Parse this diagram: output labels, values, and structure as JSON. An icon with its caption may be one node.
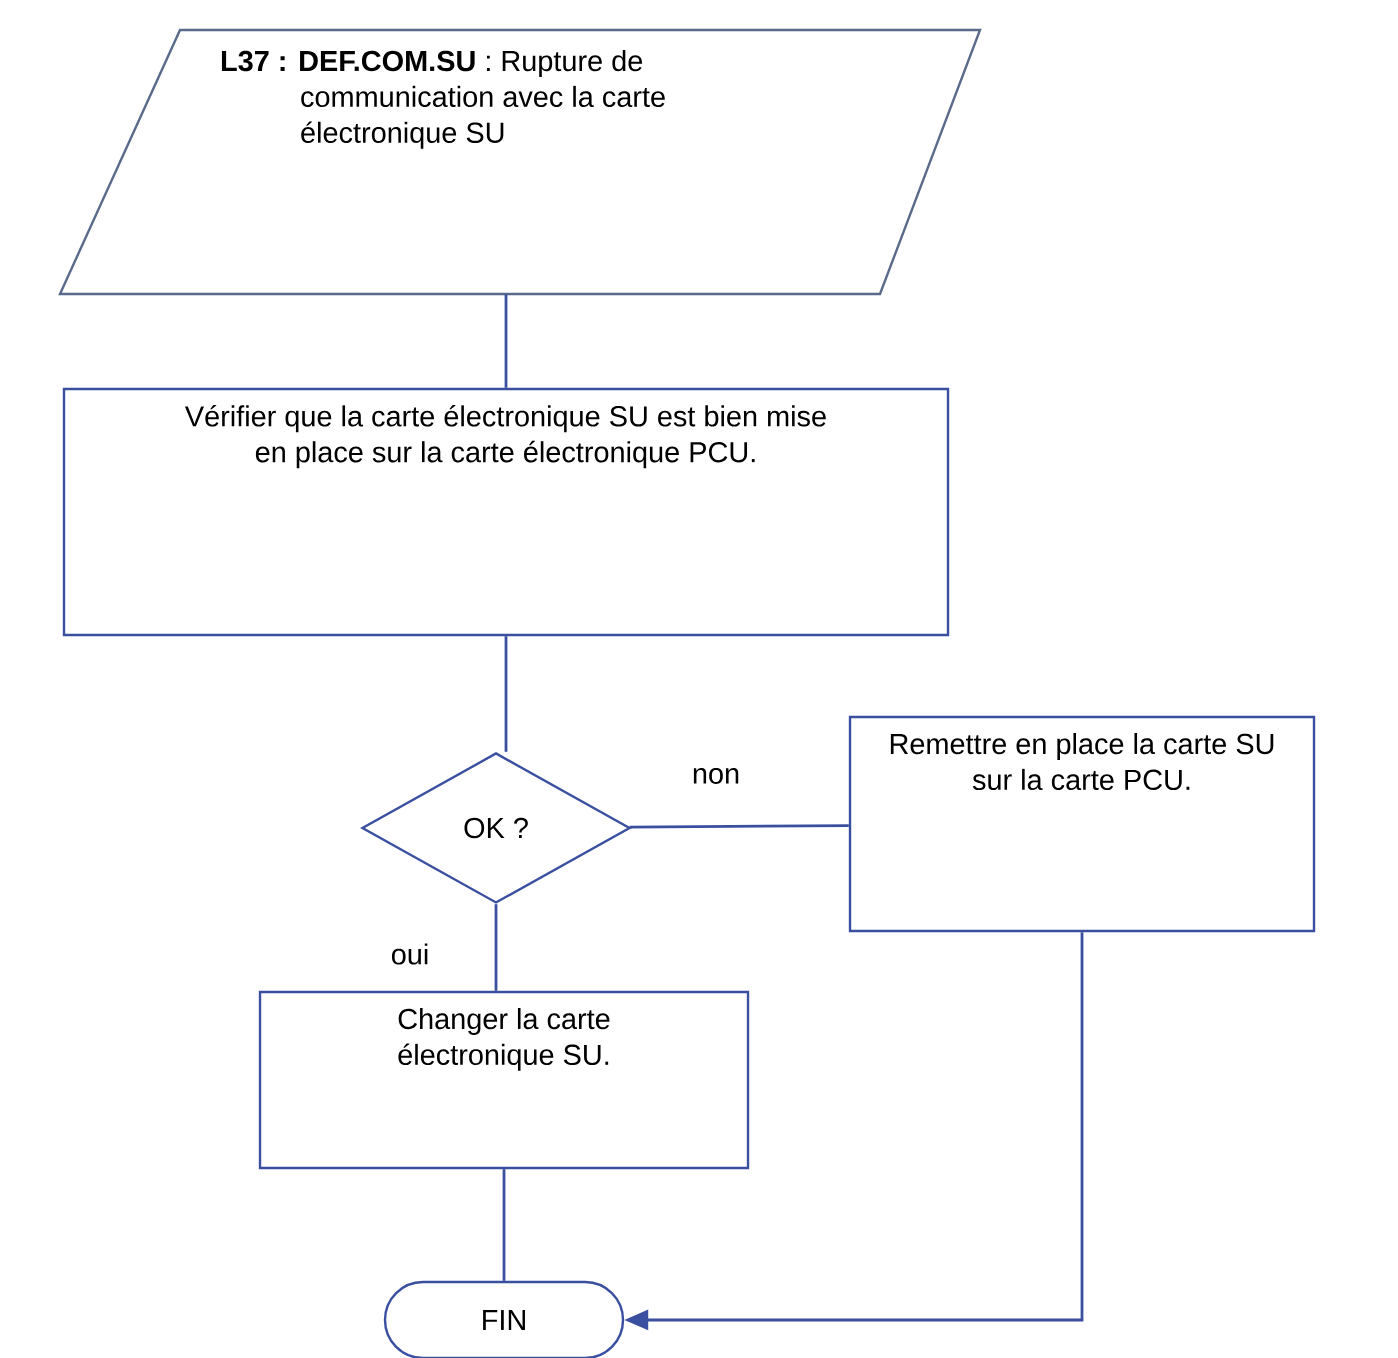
{
  "diagram": {
    "nodes": [
      {
        "text": [
          "**L37 : DEF.COM.SU** : Rupture de communication avec la carte électronique SU"
        ]
      },
      {
        "text": [
          "Vérifier que la carte électronique SU est bien mise en place sur la carte électronique PCU."
        ]
      },
      {
        "text": [
          "OK ?"
        ]
      },
      {
        "text": [
          "Remettre en place la carte SU sur la carte PCU."
        ]
      },
      {
        "text": [
          "Changer la carte électronique SU."
        ]
      },
      {
        "text": [
          "FIN"
        ]
      }
    ],
    "edges": [
      {
        "from": 0,
        "to": 1,
        "arrow": "none"
      },
      {
        "from": 1,
        "to": 2,
        "arrow": "none"
      },
      {
        "from": 2,
        "to": 3,
        "arrow": "none",
        "label": "non"
      },
      {
        "from": 2,
        "to": 4,
        "arrow": "none",
        "label": "oui"
      },
      {
        "from": 4,
        "to": 5,
        "arrow": "none"
      },
      {
        "from": 3,
        "to": 5,
        "arrow": "to"
      }
    ]
  }
}
